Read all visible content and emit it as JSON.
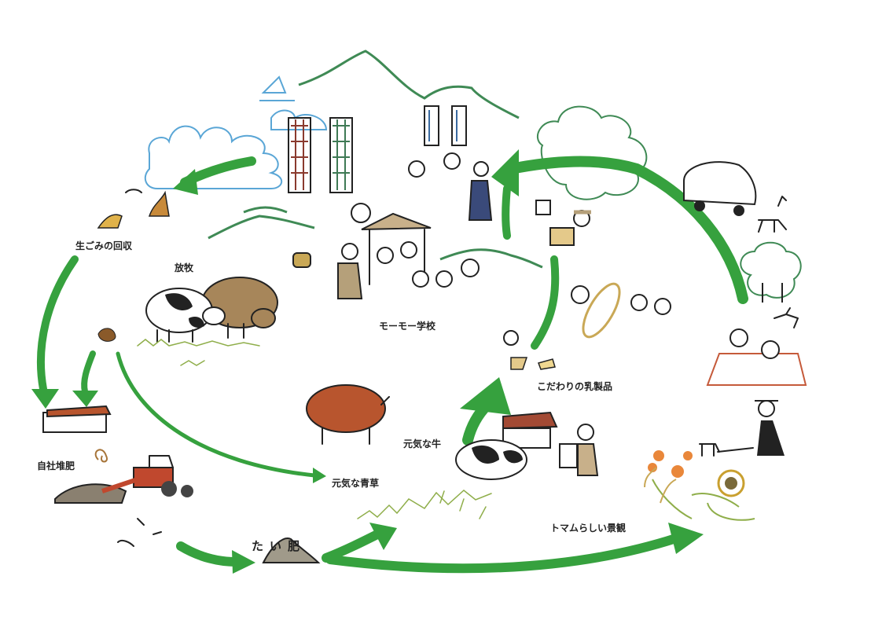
{
  "title": "トマムの循環",
  "labels": {
    "food_waste": "生ごみの回収",
    "grazing": "放牧",
    "moomoo_school": "モーモー学校",
    "dairy": "こだわりの乳製品",
    "compost_inhouse": "自社堆肥",
    "grass": "元気な青草",
    "cows": "元気な牛",
    "landscape": "トマムらしい景観",
    "compost": "たい肥"
  },
  "colors": {
    "arrow": "#36a13e",
    "mountain": "#3f8a55",
    "cloud": "#5aa6d6",
    "tower_red": "#8a3a2e",
    "tower_green": "#3f7a55",
    "brown_cow": "#a7865a",
    "red_cow": "#b8552e",
    "compost": "#a09a8a",
    "flower": "#e9873a"
  }
}
